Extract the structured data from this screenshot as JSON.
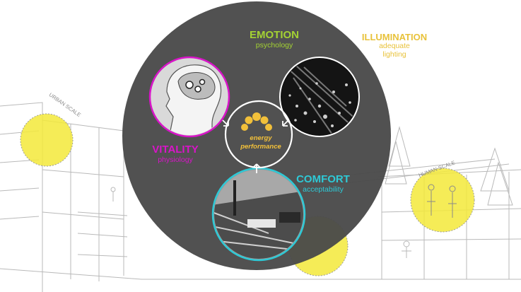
{
  "colors": {
    "background": "#ffffff",
    "main_circle": "#4a4a4a",
    "yellow_scale": "#f3e93a",
    "emotion": "#a4d233",
    "illumination": "#e8c23a",
    "vitality": "#d815c8",
    "comfort": "#2ec9d6",
    "center": "#f2c03a",
    "sketch_line": "#b9b9b9"
  },
  "scales": {
    "urban": "URBAN SCALE",
    "human": "HUMAN SCALE"
  },
  "center": {
    "line1": "energy",
    "line2": "performance"
  },
  "emotion": {
    "title": "EMOTION",
    "subtitle": "psychology"
  },
  "illumination": {
    "title": "ILLUMINATION",
    "subtitle_line1": "adequate",
    "subtitle_line2": "lighting"
  },
  "vitality": {
    "title": "VITALITY",
    "subtitle": "physiology"
  },
  "comfort": {
    "title": "COMFORT",
    "subtitle": "acceptability"
  },
  "icons": {
    "brain": "brain-head-icon",
    "lighting": "lighting-facade-photo",
    "comfort": "interior-room-photo",
    "energy": "sun-arc-icon"
  }
}
